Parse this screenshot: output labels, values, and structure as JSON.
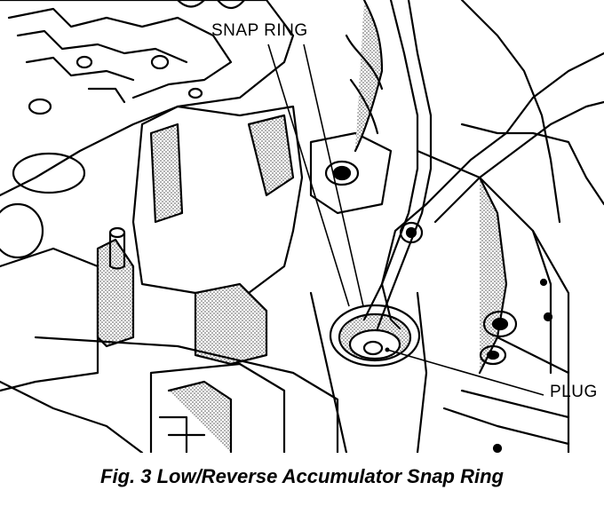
{
  "labels": {
    "snap_ring": "SNAP RING",
    "plug": "PLUG"
  },
  "caption": "Fig. 3 Low/Reverse Accumulator Snap Ring",
  "colors": {
    "ink": "#000000",
    "paper": "#ffffff",
    "shade": "#9a9a9a"
  }
}
